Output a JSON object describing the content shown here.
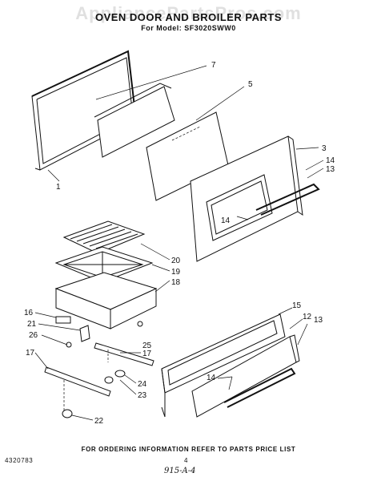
{
  "watermark": "AppliancePartsPros.com",
  "title": "OVEN DOOR AND BROILER PARTS",
  "model_line": "For Model: SF3020SWW0",
  "footer_note": "FOR ORDERING INFORMATION REFER TO PARTS PRICE LIST",
  "doc_code": "4320783",
  "page_number": "4",
  "handwritten_note": "915-A-4",
  "callouts": [
    "1",
    "7",
    "5",
    "3",
    "14",
    "13",
    "14",
    "20",
    "19",
    "18",
    "16",
    "21",
    "26",
    "25",
    "17",
    "17",
    "15",
    "12",
    "13",
    "14",
    "24",
    "23",
    "22"
  ]
}
